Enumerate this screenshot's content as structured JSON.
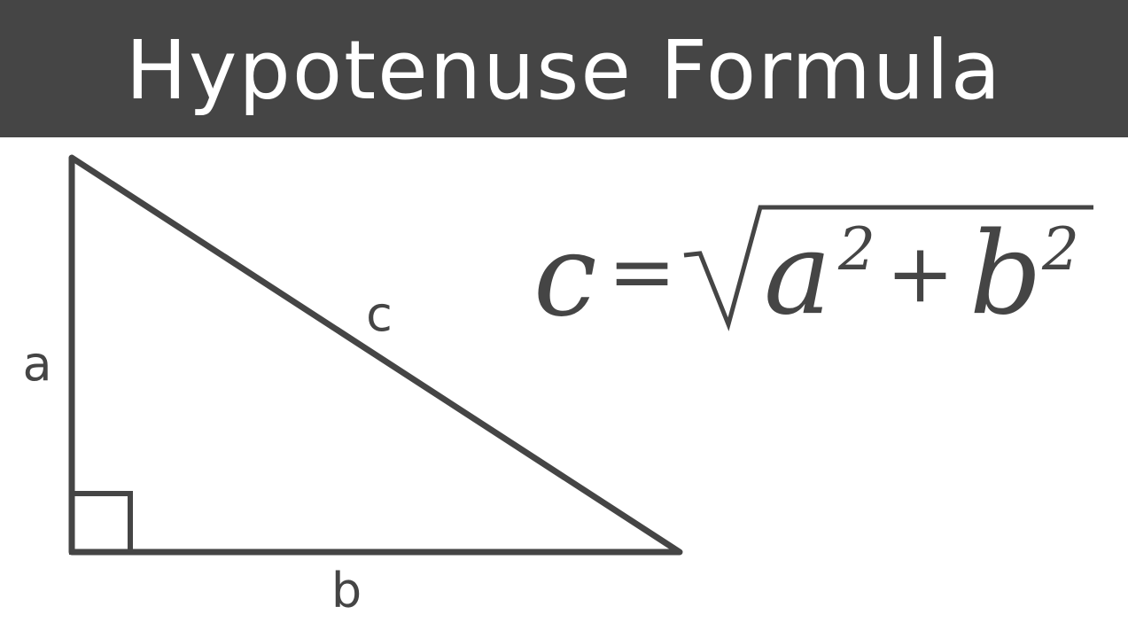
{
  "header": {
    "title": "Hypotenuse Formula"
  },
  "triangle": {
    "side_a_label": "a",
    "side_b_label": "b",
    "side_c_label": "c",
    "right_angle_marker": "right-angle"
  },
  "formula": {
    "lhs": "c",
    "equals": "=",
    "term1": "a",
    "exp1": "2",
    "plus": "+",
    "term2": "b",
    "exp2": "2"
  },
  "colors": {
    "header_bg": "#454545",
    "header_text": "#ffffff",
    "stroke": "#454545",
    "background": "#ffffff"
  }
}
